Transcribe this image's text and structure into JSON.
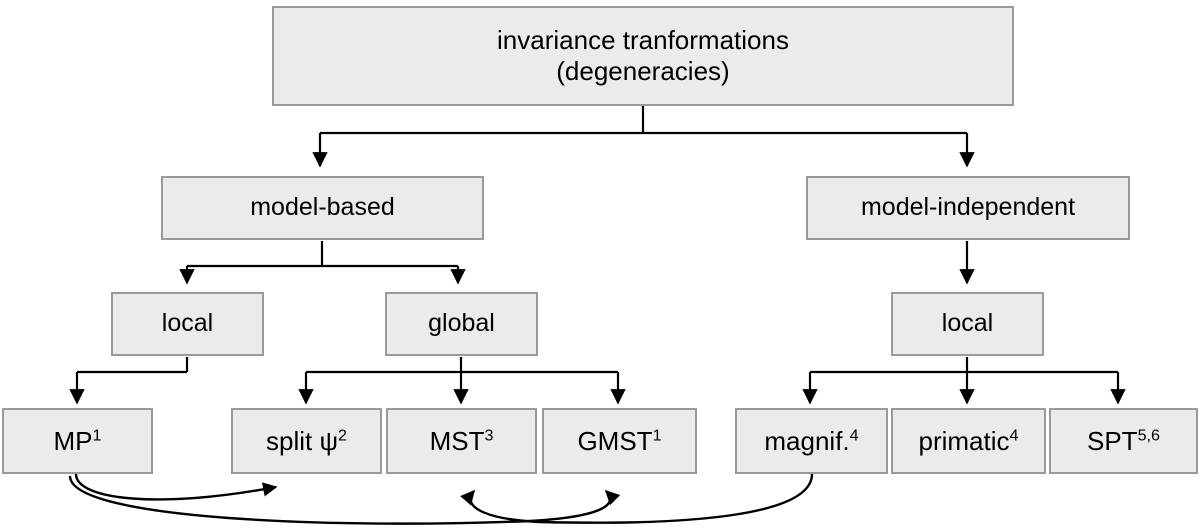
{
  "diagram": {
    "type": "flowchart",
    "title_node": "invariance tranformations\n(degeneracies)",
    "style": {
      "node_fill": "#ebebeb",
      "node_border": "#9a9a9a",
      "edge_color": "#000000",
      "background": "#ffffff"
    },
    "nodes": [
      {
        "id": "root",
        "label": "invariance tranformations\n(degeneracies)",
        "level": 0
      },
      {
        "id": "model-based",
        "label": "model-based",
        "level": 1
      },
      {
        "id": "model-independent",
        "label": "model-independent",
        "level": 1
      },
      {
        "id": "local-mb",
        "label": "local",
        "level": 2
      },
      {
        "id": "global-mb",
        "label": "global",
        "level": 2
      },
      {
        "id": "local-mi",
        "label": "local",
        "level": 2
      },
      {
        "id": "mp",
        "label": "MP",
        "sup": "1",
        "level": 3
      },
      {
        "id": "split-psi",
        "label": "split ψ",
        "sup": "2",
        "level": 3
      },
      {
        "id": "mst",
        "label": "MST",
        "sup": "3",
        "level": 3
      },
      {
        "id": "gmst",
        "label": "GMST",
        "sup": "1",
        "level": 3
      },
      {
        "id": "magnif",
        "label": "magnif.",
        "sup": "4",
        "level": 3
      },
      {
        "id": "primatic",
        "label": "primatic",
        "sup": "4",
        "level": 3
      },
      {
        "id": "spt",
        "label": "SPT",
        "sup": "5,6",
        "level": 3
      }
    ],
    "edges": [
      {
        "from": "root",
        "to": "model-based",
        "style": "orthogonal-arrow"
      },
      {
        "from": "root",
        "to": "model-independent",
        "style": "orthogonal-arrow"
      },
      {
        "from": "model-based",
        "to": "local-mb",
        "style": "orthogonal-arrow"
      },
      {
        "from": "model-based",
        "to": "global-mb",
        "style": "orthogonal-arrow"
      },
      {
        "from": "model-independent",
        "to": "local-mi",
        "style": "orthogonal-arrow"
      },
      {
        "from": "local-mb",
        "to": "mp",
        "style": "orthogonal-arrow"
      },
      {
        "from": "global-mb",
        "to": "split-psi",
        "style": "orthogonal-arrow"
      },
      {
        "from": "global-mb",
        "to": "mst",
        "style": "orthogonal-arrow"
      },
      {
        "from": "global-mb",
        "to": "gmst",
        "style": "orthogonal-arrow"
      },
      {
        "from": "local-mi",
        "to": "magnif",
        "style": "orthogonal-arrow"
      },
      {
        "from": "local-mi",
        "to": "primatic",
        "style": "orthogonal-arrow"
      },
      {
        "from": "local-mi",
        "to": "spt",
        "style": "orthogonal-arrow"
      },
      {
        "from": "mp",
        "to": "split-psi",
        "style": "curved-arrow"
      },
      {
        "from": "mp",
        "to": "gmst",
        "style": "curved-arrow"
      },
      {
        "from": "magnif",
        "to": "mst",
        "style": "curved-arrow"
      }
    ]
  }
}
